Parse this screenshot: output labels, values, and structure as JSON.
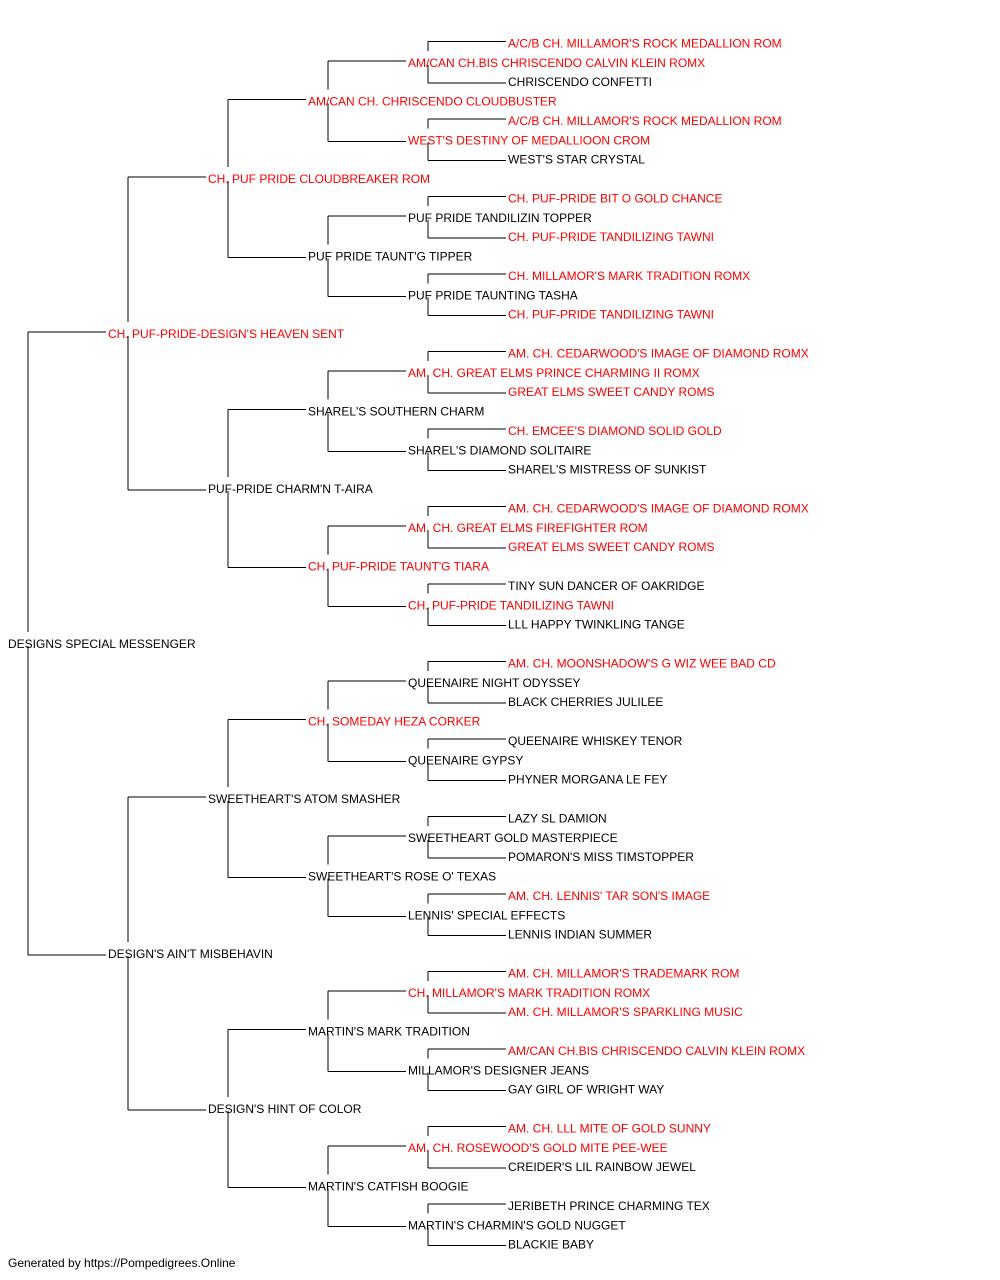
{
  "colors": {
    "champion": "#ff0000",
    "normal": "#000000",
    "line": "#000000"
  },
  "pedigree": {
    "name": "DESIGNS SPECIAL MESSENGER",
    "champion": false,
    "sire": {
      "name": "CH. PUF-PRIDE-DESIGN'S HEAVEN SENT",
      "champion": true,
      "sire": {
        "name": "CH. PUF PRIDE CLOUDBREAKER ROM",
        "champion": true,
        "sire": {
          "name": "AM/CAN CH. CHRISCENDO CLOUDBUSTER",
          "champion": true,
          "sire": {
            "name": "AM/CAN CH.BIS CHRISCENDO CALVIN KLEIN ROMX",
            "champion": true,
            "sire": {
              "name": "A/C/B CH. MILLAMOR'S ROCK MEDALLION ROM",
              "champion": true
            },
            "dam": {
              "name": "CHRISCENDO CONFETTI",
              "champion": false
            }
          },
          "dam": {
            "name": "WEST'S DESTINY OF MEDALLIOON CROM",
            "champion": true,
            "sire": {
              "name": "A/C/B CH. MILLAMOR'S ROCK MEDALLION ROM",
              "champion": true
            },
            "dam": {
              "name": "WEST'S STAR CRYSTAL",
              "champion": false
            }
          }
        },
        "dam": {
          "name": "PUF PRIDE TAUNT'G TIPPER",
          "champion": false,
          "sire": {
            "name": "PUF PRIDE TANDILIZIN TOPPER",
            "champion": false,
            "sire": {
              "name": "CH. PUF-PRIDE BIT O GOLD CHANCE",
              "champion": true
            },
            "dam": {
              "name": "CH. PUF-PRIDE TANDILIZING TAWNI",
              "champion": true
            }
          },
          "dam": {
            "name": "PUF PRIDE TAUNTING TASHA",
            "champion": false,
            "sire": {
              "name": "CH. MILLAMOR'S MARK TRADITION ROMX",
              "champion": true
            },
            "dam": {
              "name": "CH. PUF-PRIDE TANDILIZING TAWNI",
              "champion": true
            }
          }
        }
      },
      "dam": {
        "name": "PUF-PRIDE CHARM'N T-AIRA",
        "champion": false,
        "sire": {
          "name": "SHAREL'S SOUTHERN CHARM",
          "champion": false,
          "sire": {
            "name": "AM. CH. GREAT ELMS PRINCE CHARMING II ROMX",
            "champion": true,
            "sire": {
              "name": "AM. CH. CEDARWOOD'S IMAGE OF DIAMOND ROMX",
              "champion": true
            },
            "dam": {
              "name": "GREAT ELMS SWEET CANDY ROMS",
              "champion": true
            }
          },
          "dam": {
            "name": "SHAREL'S DIAMOND SOLITAIRE",
            "champion": false,
            "sire": {
              "name": "CH. EMCEE'S DIAMOND SOLID GOLD",
              "champion": true
            },
            "dam": {
              "name": "SHAREL'S MISTRESS OF SUNKIST",
              "champion": false
            }
          }
        },
        "dam": {
          "name": "CH. PUF-PRIDE TAUNT'G TIARA",
          "champion": true,
          "sire": {
            "name": "AM. CH. GREAT ELMS FIREFIGHTER ROM",
            "champion": true,
            "sire": {
              "name": "AM. CH. CEDARWOOD'S IMAGE OF DIAMOND ROMX",
              "champion": true
            },
            "dam": {
              "name": "GREAT ELMS SWEET CANDY ROMS",
              "champion": true
            }
          },
          "dam": {
            "name": "CH. PUF-PRIDE TANDILIZING TAWNI",
            "champion": true,
            "sire": {
              "name": "TINY SUN DANCER OF OAKRIDGE",
              "champion": false
            },
            "dam": {
              "name": "LLL HAPPY TWINKLING TANGE",
              "champion": false
            }
          }
        }
      }
    },
    "dam": {
      "name": "DESIGN'S AIN'T MISBEHAVIN",
      "champion": false,
      "sire": {
        "name": "SWEETHEART'S ATOM SMASHER",
        "champion": false,
        "sire": {
          "name": "CH. SOMEDAY HEZA CORKER",
          "champion": true,
          "sire": {
            "name": "QUEENAIRE NIGHT ODYSSEY",
            "champion": false,
            "sire": {
              "name": "AM. CH. MOONSHADOW'S G WIZ WEE BAD CD",
              "champion": true
            },
            "dam": {
              "name": "BLACK CHERRIES JULILEE",
              "champion": false
            }
          },
          "dam": {
            "name": "QUEENAIRE GYPSY",
            "champion": false,
            "sire": {
              "name": "QUEENAIRE WHISKEY TENOR",
              "champion": false
            },
            "dam": {
              "name": "PHYNER MORGANA LE FEY",
              "champion": false
            }
          }
        },
        "dam": {
          "name": "SWEETHEART'S ROSE O' TEXAS",
          "champion": false,
          "sire": {
            "name": "SWEETHEART GOLD MASTERPIECE",
            "champion": false,
            "sire": {
              "name": "LAZY SL DAMION",
              "champion": false
            },
            "dam": {
              "name": "POMARON'S MISS TIMSTOPPER",
              "champion": false
            }
          },
          "dam": {
            "name": "LENNIS' SPECIAL EFFECTS",
            "champion": false,
            "sire": {
              "name": "AM. CH. LENNIS' TAR SON'S IMAGE",
              "champion": true
            },
            "dam": {
              "name": "LENNIS INDIAN SUMMER",
              "champion": false
            }
          }
        }
      },
      "dam": {
        "name": "DESIGN'S HINT OF COLOR",
        "champion": false,
        "sire": {
          "name": "MARTIN'S MARK TRADITION",
          "champion": false,
          "sire": {
            "name": "CH. MILLAMOR'S MARK TRADITION ROMX",
            "champion": true,
            "sire": {
              "name": "AM. CH. MILLAMOR'S TRADEMARK ROM",
              "champion": true
            },
            "dam": {
              "name": "AM. CH. MILLAMOR'S SPARKLING MUSIC",
              "champion": true
            }
          },
          "dam": {
            "name": "MILLAMOR'S DESIGNER JEANS",
            "champion": false,
            "sire": {
              "name": "AM/CAN CH.BIS CHRISCENDO CALVIN KLEIN ROMX",
              "champion": true
            },
            "dam": {
              "name": "GAY GIRL OF WRIGHT WAY",
              "champion": false
            }
          }
        },
        "dam": {
          "name": "MARTIN'S CATFISH BOOGIE",
          "champion": false,
          "sire": {
            "name": "AM. CH. ROSEWOOD'S GOLD MITE PEE-WEE",
            "champion": true,
            "sire": {
              "name": "AM. CH. LLL MITE OF GOLD SUNNY",
              "champion": true
            },
            "dam": {
              "name": "CREIDER'S LIL RAINBOW JEWEL",
              "champion": false
            }
          },
          "dam": {
            "name": "MARTIN'S CHARMIN'S GOLD NUGGET",
            "champion": false,
            "sire": {
              "name": "JERIBETH PRINCE CHARMING TEX",
              "champion": false
            },
            "dam": {
              "name": "BLACKIE BABY",
              "champion": false
            }
          }
        }
      }
    }
  },
  "footer": {
    "text": "Generated by https://Pompedigrees.Online"
  }
}
